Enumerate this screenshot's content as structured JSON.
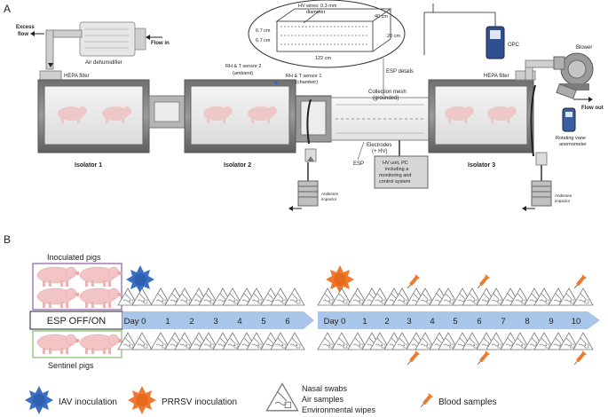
{
  "panel_a": {
    "letter": "A",
    "labels": {
      "excess_flow": [
        "Excess",
        "flow"
      ],
      "flow_in": "Flow in",
      "air_dehumidifier": "Air dehumidifier",
      "hepa_filter_left": "HEPA filter",
      "rh_t_sensor_2": [
        "RH & T sensor 2",
        "(ambient)"
      ],
      "rh_t_sensor_1": [
        "RH & T sensor 1",
        "(chamber)"
      ],
      "hv_wires": [
        "HV wires: 0.3 mm",
        "diameter"
      ],
      "dim_40": "40 cm",
      "dim_20": "20 cm",
      "dim_67a": "6.7 cm",
      "dim_67b": "6.7 cm",
      "dim_122": "122 cm",
      "esp_details": "ESP details",
      "opc": "OPC",
      "blower": "Blower",
      "hepa_filter_right": "HEPA filter",
      "flow_out": "Flow out",
      "rotating_vane": [
        "Rotating vane",
        "anemometer"
      ],
      "collection_mesh": [
        "Collection mesh",
        "(grounded)"
      ],
      "electrodes": [
        "Electrodes",
        "(+ HV)"
      ],
      "esp": "ESP",
      "hv_unit": [
        "HV unit, PC",
        "including a",
        "monitoring and",
        "control system"
      ],
      "isolator_1": "Isolator 1",
      "isolator_2": "Isolator 2",
      "isolator_3": "Isolator 3",
      "andersen_left": [
        "Andersen",
        "impactor"
      ],
      "andersen_right": [
        "Andersen",
        "impactor"
      ]
    }
  },
  "panel_b": {
    "letter": "B",
    "inoculated_pigs": "Inoculated pigs",
    "sentinel_pigs": "Sentinel pigs",
    "esp_toggle": "ESP OFF/ON",
    "timeline_1": [
      "Day 0",
      "1",
      "2",
      "3",
      "4",
      "5",
      "6"
    ],
    "timeline_2": [
      "Day 0",
      "1",
      "2",
      "3",
      "4",
      "5",
      "6",
      "7",
      "8",
      "9",
      "10"
    ],
    "blood_sample_days": [
      "3",
      "6",
      "10"
    ],
    "legend": {
      "iav": "IAV inoculation",
      "prrsv": "PRRSV inoculation",
      "sampling": [
        "Nasal swabs",
        "Air samples",
        "Environmental wipes"
      ],
      "blood": "Blood samples"
    },
    "colors": {
      "iav": "#3a6fc4",
      "prrsv": "#ee7a30",
      "timeline": "#a9c6ea",
      "inoculated_border": "#8e5aa8",
      "sentinel_border": "#7fbf6a"
    }
  }
}
